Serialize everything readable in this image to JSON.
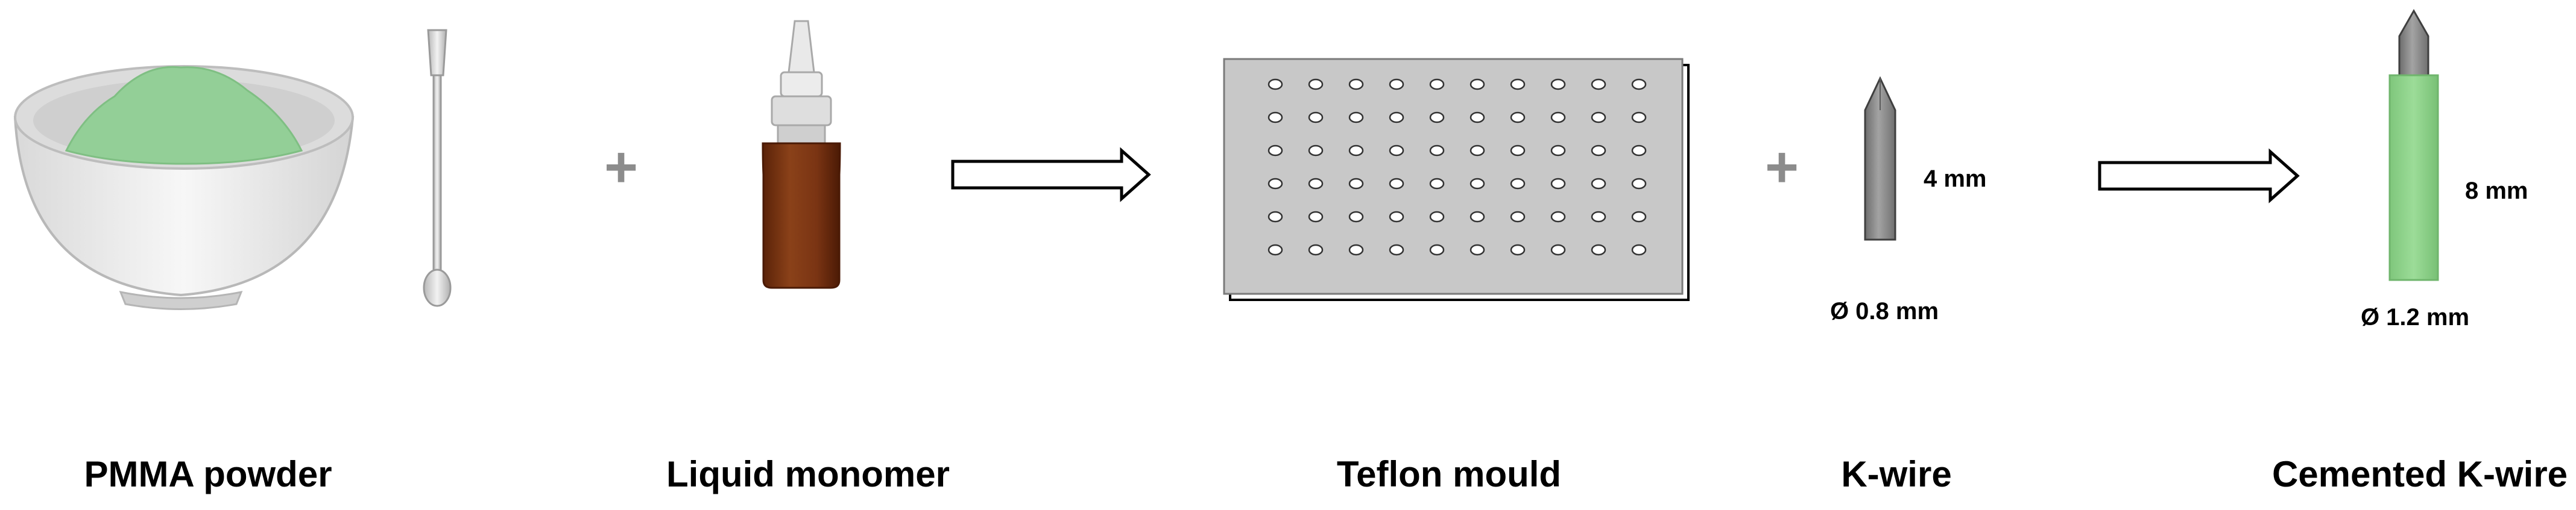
{
  "steps": [
    {
      "id": "pmma",
      "label": "PMMA powder"
    },
    {
      "id": "monomer",
      "label": "Liquid monomer"
    },
    {
      "id": "mould",
      "label": "Teflon mould"
    },
    {
      "id": "kwire",
      "label": "K-wire"
    },
    {
      "id": "cemented",
      "label": "Cemented K-wire"
    }
  ],
  "operators": {
    "plus": "+"
  },
  "dimensions": {
    "kwire_length": "4 mm",
    "kwire_diameter": "Ø 0.8 mm",
    "cemented_length": "8 mm",
    "cemented_diameter": "Ø 1.2 mm"
  },
  "mould": {
    "rows": 6,
    "cols": 10
  },
  "colors": {
    "powder_green": "#93cf97",
    "bottle_brown": "#7a3413",
    "mould_gray": "#c8c8c8",
    "wire_gray": "#8e8e8e",
    "cement_green": "#8fd48c",
    "plus_gray": "#8c8c8c"
  },
  "icons": [
    "bowl-icon",
    "spatula-icon",
    "bottle-icon",
    "arrow-icon",
    "mould-icon",
    "kwire-icon",
    "cemented-kwire-icon"
  ]
}
